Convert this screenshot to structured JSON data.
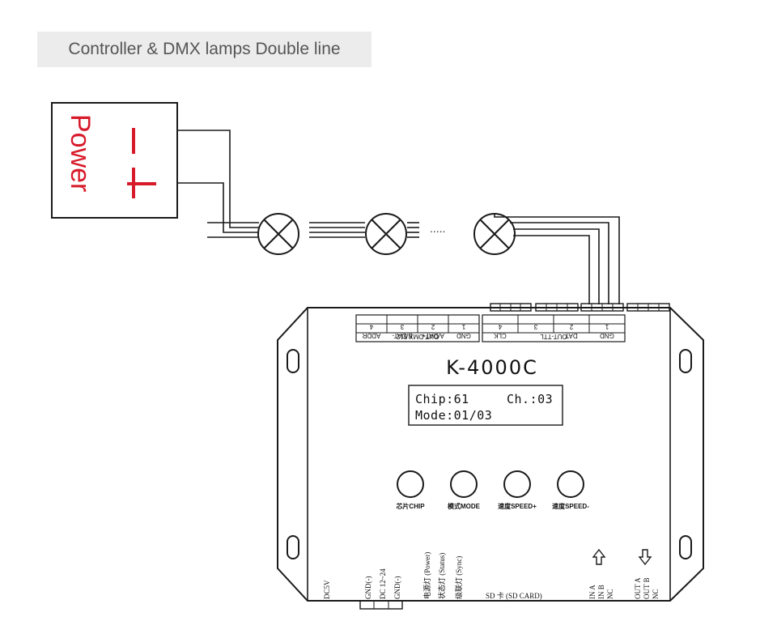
{
  "title": "Controller & DMX lamps Double line",
  "power": {
    "label": "Power",
    "minus": "—",
    "plus": "+"
  },
  "dots": ".....",
  "controller": {
    "model": "K-4000C",
    "lcd": {
      "line1a": "Chip:61",
      "line1b": "Ch.:03",
      "line2": "Mode:01/03"
    },
    "dmx_header": {
      "title": "OUT-DMX 512",
      "pins": [
        {
          "name": "GND",
          "num": "1"
        },
        {
          "name": "A/DAT+",
          "num": "2"
        },
        {
          "name": "B/DAT-",
          "num": "3"
        },
        {
          "name": "ADDR",
          "num": "4"
        }
      ]
    },
    "ttl_header": {
      "title": "OUT-TTL",
      "pins": [
        {
          "name": "GND",
          "num": "1"
        },
        {
          "name": "DAT",
          "num": "2"
        },
        {
          "name": "",
          "num": "3"
        },
        {
          "name": "CLK",
          "num": "4"
        }
      ]
    },
    "buttons": [
      {
        "label": "芯片CHIP"
      },
      {
        "label": "模式MODE"
      },
      {
        "label": "速度SPEED+"
      },
      {
        "label": "速度SPEED-"
      }
    ],
    "bottom": {
      "dc5v": "DC5V",
      "power_pins": [
        "GND(-)",
        "DC 12~24",
        "GND(-)"
      ],
      "leds": [
        "电源灯 (Power)",
        "状态灯 (Status)",
        "级联灯 (Sync)"
      ],
      "sd": "SD 卡 (SD CARD)",
      "in_pins": [
        "IN A",
        "IN B",
        "NC"
      ],
      "out_pins": [
        "OUT A",
        "OUT B",
        "NC"
      ]
    }
  },
  "colors": {
    "power_text": "#d71a2a",
    "line": "#1a1a1a"
  }
}
